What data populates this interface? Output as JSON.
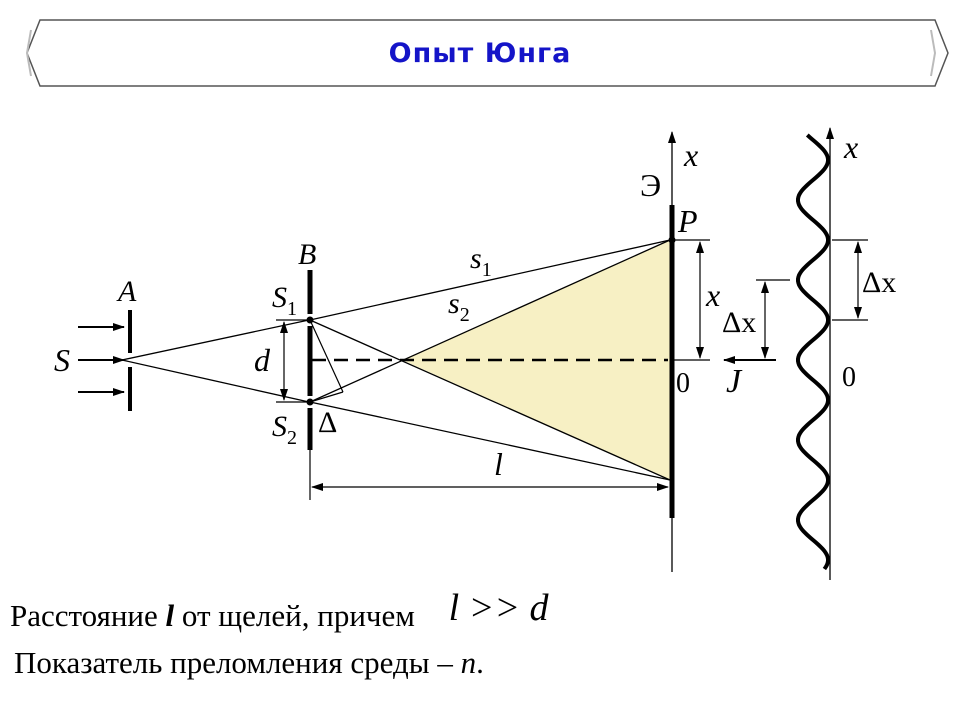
{
  "banner": {
    "title": "Опыт Юнга"
  },
  "labels": {
    "A": "A",
    "B": "B",
    "S": "S",
    "S1_main": "S",
    "S1_sub": "1",
    "S2_main": "S",
    "S2_sub": "2",
    "d": "d",
    "delta": "Δ",
    "s1_main": "s",
    "s1_sub": "1",
    "s2_main": "s",
    "s2_sub": "2",
    "l": "l",
    "P": "P",
    "screen": "Э",
    "x_axis": "x",
    "x_dist": "x",
    "zero": "0",
    "I": "J",
    "x_axis2": "x",
    "dx_right": "Δx",
    "dx_left": "Δx",
    "zero2": "0"
  },
  "caption": {
    "line1_pre": "Расстояние ",
    "line1_l": "l",
    "line1_mid": " от щелей, причем ",
    "line1_formula": "l >> d",
    "line2_pre": "Показатель преломления среды – ",
    "line2_n": "n",
    "line2_post": "."
  },
  "colors": {
    "title": "#1414c8",
    "fill": "#f7f0c4",
    "line": "#000000"
  }
}
